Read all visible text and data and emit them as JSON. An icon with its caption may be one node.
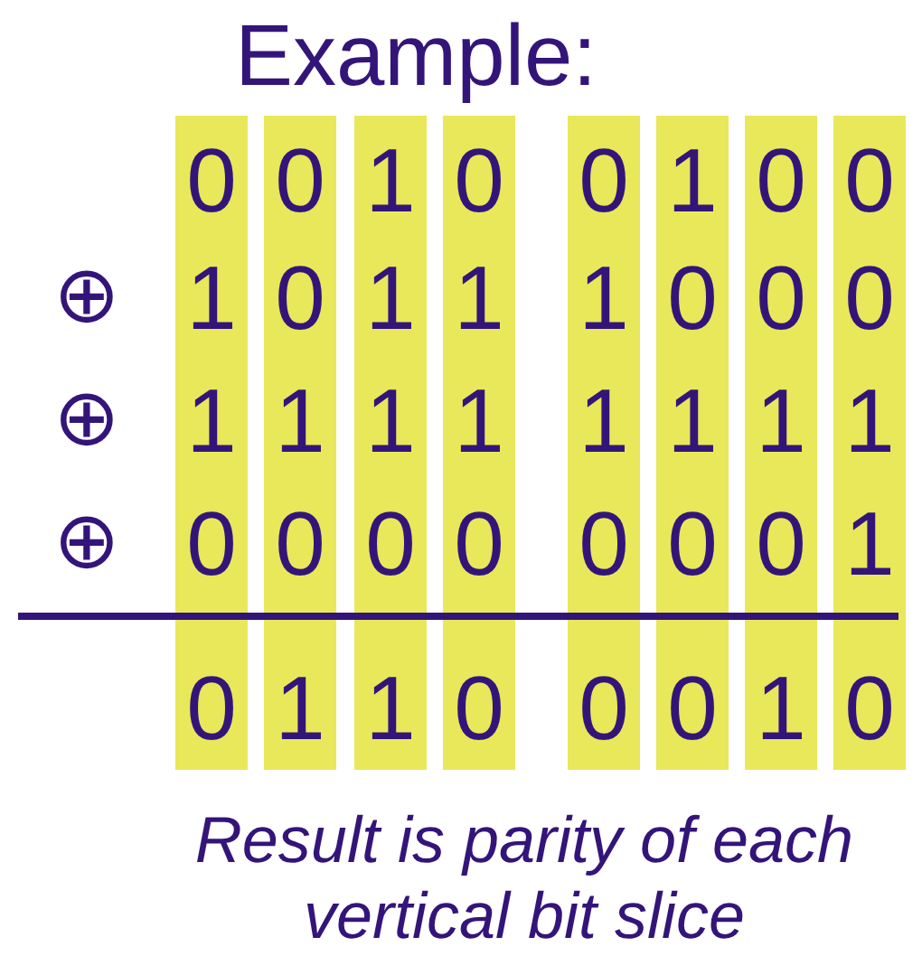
{
  "diagram": {
    "title": "Example:",
    "caption": "Result is parity of each vertical bit slice",
    "labels": [
      "0",
      "0",
      "1",
      "0",
      "0",
      "1",
      "0",
      "0",
      "⊕",
      "1",
      "0",
      "1",
      "1",
      "1",
      "0",
      "0",
      "0",
      "⊕",
      "1",
      "1",
      "1",
      "1",
      "1",
      "1",
      "1",
      "1",
      "⊕",
      "0",
      "0",
      "0",
      "0",
      "0",
      "0",
      "0",
      "1",
      "0",
      "1",
      "1",
      "0",
      "0",
      "0",
      "1",
      "0"
    ]
  }
}
